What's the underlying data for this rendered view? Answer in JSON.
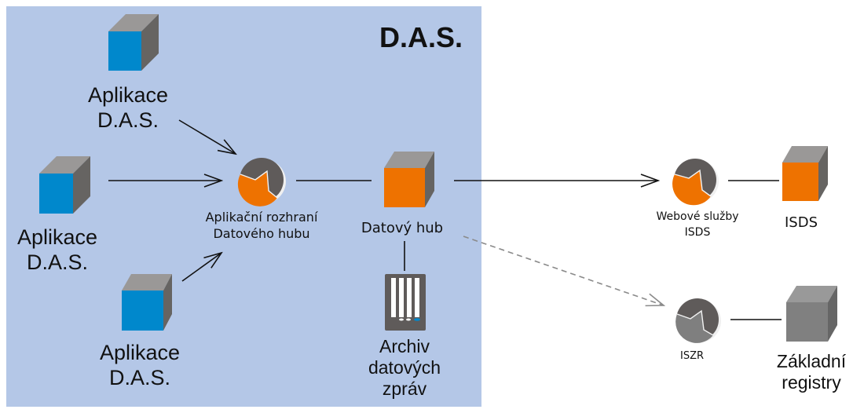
{
  "diagram": {
    "region": {
      "title": "D.A.S.",
      "color": "#b4c7e7"
    },
    "colors": {
      "blue_face": "#0088cc",
      "orange_face": "#ee7200",
      "cube_top": "#9a9897",
      "cube_side": "#666462",
      "dark_gray": "#5f5b5a",
      "gray_face": "#7f7f7f",
      "connector": "#111111",
      "dashed": "#8a8a8a"
    },
    "nodes": {
      "app1": {
        "line1": "Aplikace",
        "line2": "D.A.S."
      },
      "app2": {
        "line1": "Aplikace",
        "line2": "D.A.S."
      },
      "app3": {
        "line1": "Aplikace",
        "line2": "D.A.S."
      },
      "api": {
        "line1": "Aplikační rozhraní",
        "line2": "Datového hubu"
      },
      "hub": {
        "line1": "Datový hub"
      },
      "archive": {
        "line1": "Archiv",
        "line2": "datových",
        "line3": "zpráv"
      },
      "ws": {
        "line1": "Webové služby",
        "line2": "ISDS"
      },
      "isds": {
        "line1": "ISDS"
      },
      "iszr": {
        "line1": "ISZR"
      },
      "registry": {
        "line1": "Základní",
        "line2": "registry"
      }
    },
    "edges": [
      {
        "from": "app1",
        "to": "api",
        "style": "arrow"
      },
      {
        "from": "app2",
        "to": "api",
        "style": "arrow"
      },
      {
        "from": "app3",
        "to": "api",
        "style": "arrow"
      },
      {
        "from": "api",
        "to": "hub",
        "style": "line"
      },
      {
        "from": "hub",
        "to": "archive",
        "style": "line"
      },
      {
        "from": "hub",
        "to": "ws",
        "style": "arrow"
      },
      {
        "from": "ws",
        "to": "isds",
        "style": "line"
      },
      {
        "from": "hub",
        "to": "iszr",
        "style": "dashed-arrow"
      },
      {
        "from": "iszr",
        "to": "registry",
        "style": "line"
      }
    ]
  }
}
